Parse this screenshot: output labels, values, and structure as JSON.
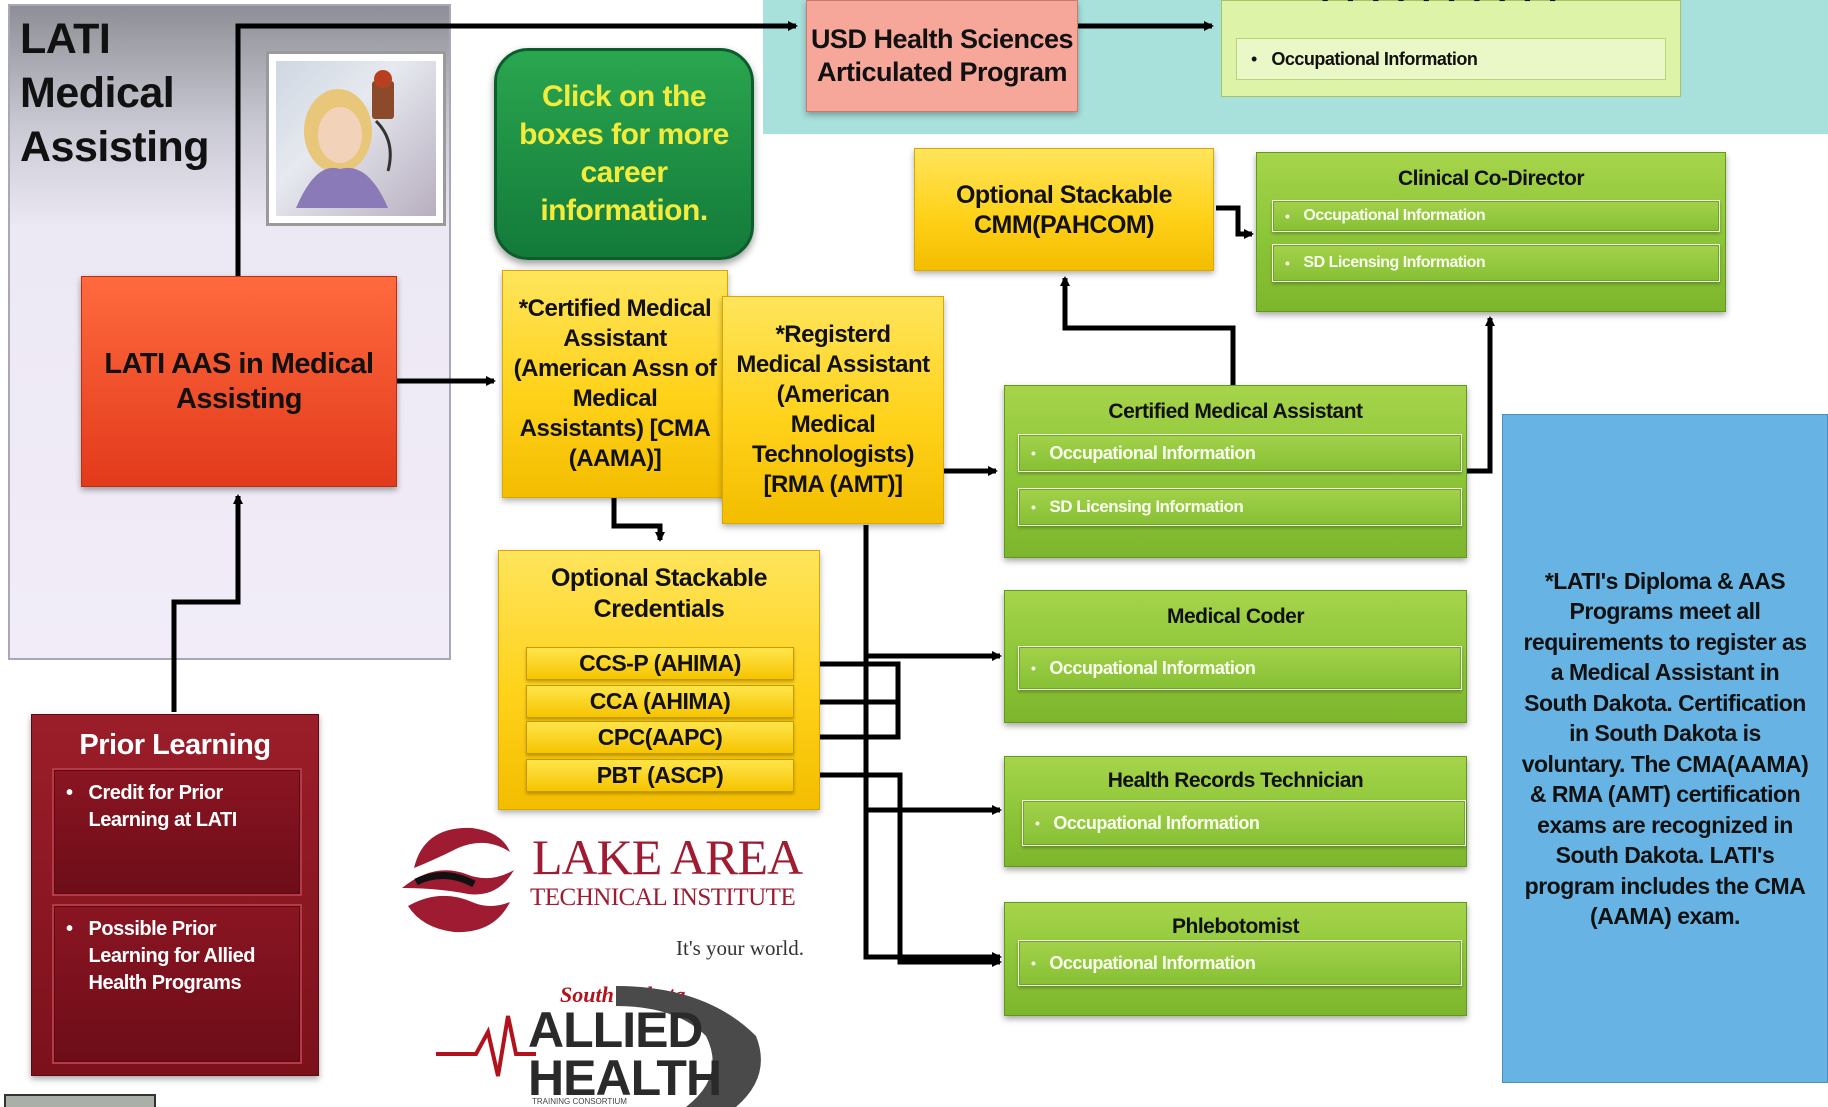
{
  "lati_panel": {
    "title_lines": [
      "LATI",
      "Medical",
      "Assisting"
    ]
  },
  "click_box": {
    "text": "Click on the boxes for more career information."
  },
  "usd": {
    "program_lines": [
      "USD Health Sciences",
      "Articulated Program"
    ],
    "career_item": "Occupational Information"
  },
  "aas": {
    "lines": [
      "LATI AAS in Medical",
      "Assisting"
    ]
  },
  "cma_cert": {
    "lines": [
      "*Certified Medical",
      "Assistant",
      "(American Assn of",
      "Medical",
      "Assistants) [CMA",
      "(AAMA)]"
    ]
  },
  "rma_cert": {
    "lines": [
      "*Registerd",
      "Medical Assistant",
      "(American",
      "Medical",
      "Technologists)",
      "[RMA (AMT)]"
    ]
  },
  "cmm": {
    "lines": [
      "Optional Stackable",
      "CMM(PAHCOM)"
    ]
  },
  "stackable": {
    "title_lines": [
      "Optional Stackable",
      "Credentials"
    ],
    "items": [
      "CCS-P (AHIMA)",
      "CCA (AHIMA)",
      "CPC(AAPC)",
      "PBT (ASCP)"
    ]
  },
  "careers": {
    "clinical_codirector": {
      "title": "Clinical Co-Director",
      "items": [
        "Occupational Information",
        "SD Licensing Information"
      ]
    },
    "certified_medical_assistant": {
      "title": "Certified Medical Assistant",
      "items": [
        "Occupational Information",
        "SD Licensing Information"
      ]
    },
    "medical_coder": {
      "title": "Medical Coder",
      "items": [
        "Occupational Information"
      ]
    },
    "health_records_technician": {
      "title": "Health Records Technician",
      "items": [
        "Occupational Information"
      ]
    },
    "phlebotomist": {
      "title": "Phlebotomist",
      "items": [
        "Occupational Information"
      ]
    }
  },
  "prior_learning": {
    "title": "Prior Learning",
    "item1_lines": [
      "Credit for Prior",
      "Learning at LATI"
    ],
    "item2_lines": [
      "Possible Prior",
      "Learning for Allied",
      "Health Programs"
    ]
  },
  "note": {
    "lines": [
      "*LATI's Diploma & AAS",
      "Programs meet all",
      "requirements to register as",
      "a Medical Assistant in",
      "South Dakota. Certification",
      "in South Dakota is",
      "voluntary.  The CMA(AAMA)",
      "& RMA (AMT) certification",
      "exams are recognized in",
      "South Dakota. LATI's",
      "program includes the CMA",
      "(AAMA) exam."
    ]
  },
  "lake_area_logo": {
    "line1": "LAKE AREA",
    "line2": "TECHNICAL INSTITUTE",
    "tagline": "It's your world."
  },
  "allied_logo": {
    "state": "South Dakota",
    "line1": "ALLIED",
    "line2": "HEALTH",
    "small": "TRAINING CONSORTIUM"
  },
  "colors": {
    "orange": "#e8461f",
    "yellow": "#ffd21a",
    "green": "#8ec63a",
    "maroon": "#7c111b",
    "blue": "#67b4e4",
    "click_green": "#1a8a42"
  }
}
